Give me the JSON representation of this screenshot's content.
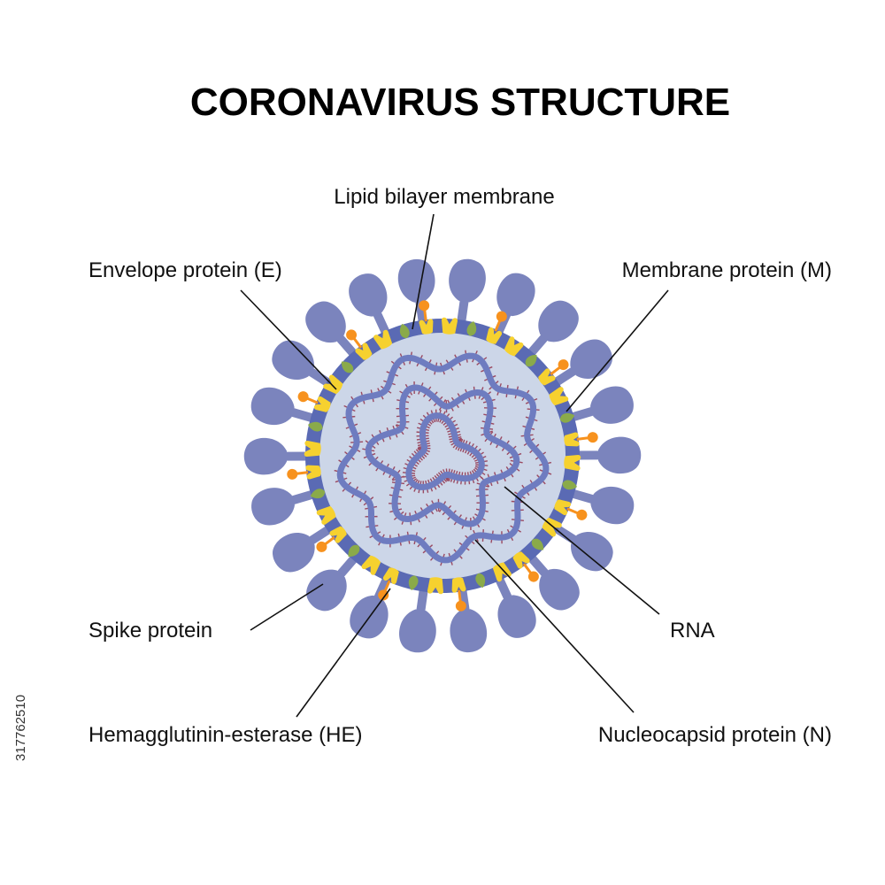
{
  "title": "CORONAVIRUS STRUCTURE",
  "labels": {
    "lipid_bilayer": "Lipid bilayer membrane",
    "envelope_protein": "Envelope protein (E)",
    "membrane_protein": "Membrane protein (M)",
    "spike_protein": "Spike protein",
    "rna": "RNA",
    "hemagglutinin_esterase": "Hemagglutinin-esterase (HE)",
    "nucleocapsid_protein": "Nucleocapsid protein (N)"
  },
  "watermark_id": "317762510",
  "colors": {
    "spike": "#7b84bd",
    "envelope_ring": "#5a6ab4",
    "interior": "#ccd6e8",
    "rna_strand": "#6e7cc0",
    "rna_ticks": "#9a4a62",
    "membrane_protein": "#f6d12f",
    "envelope_protein": "#8aaa4a",
    "hemagglutinin": "#f7921e",
    "text": "#111111"
  }
}
